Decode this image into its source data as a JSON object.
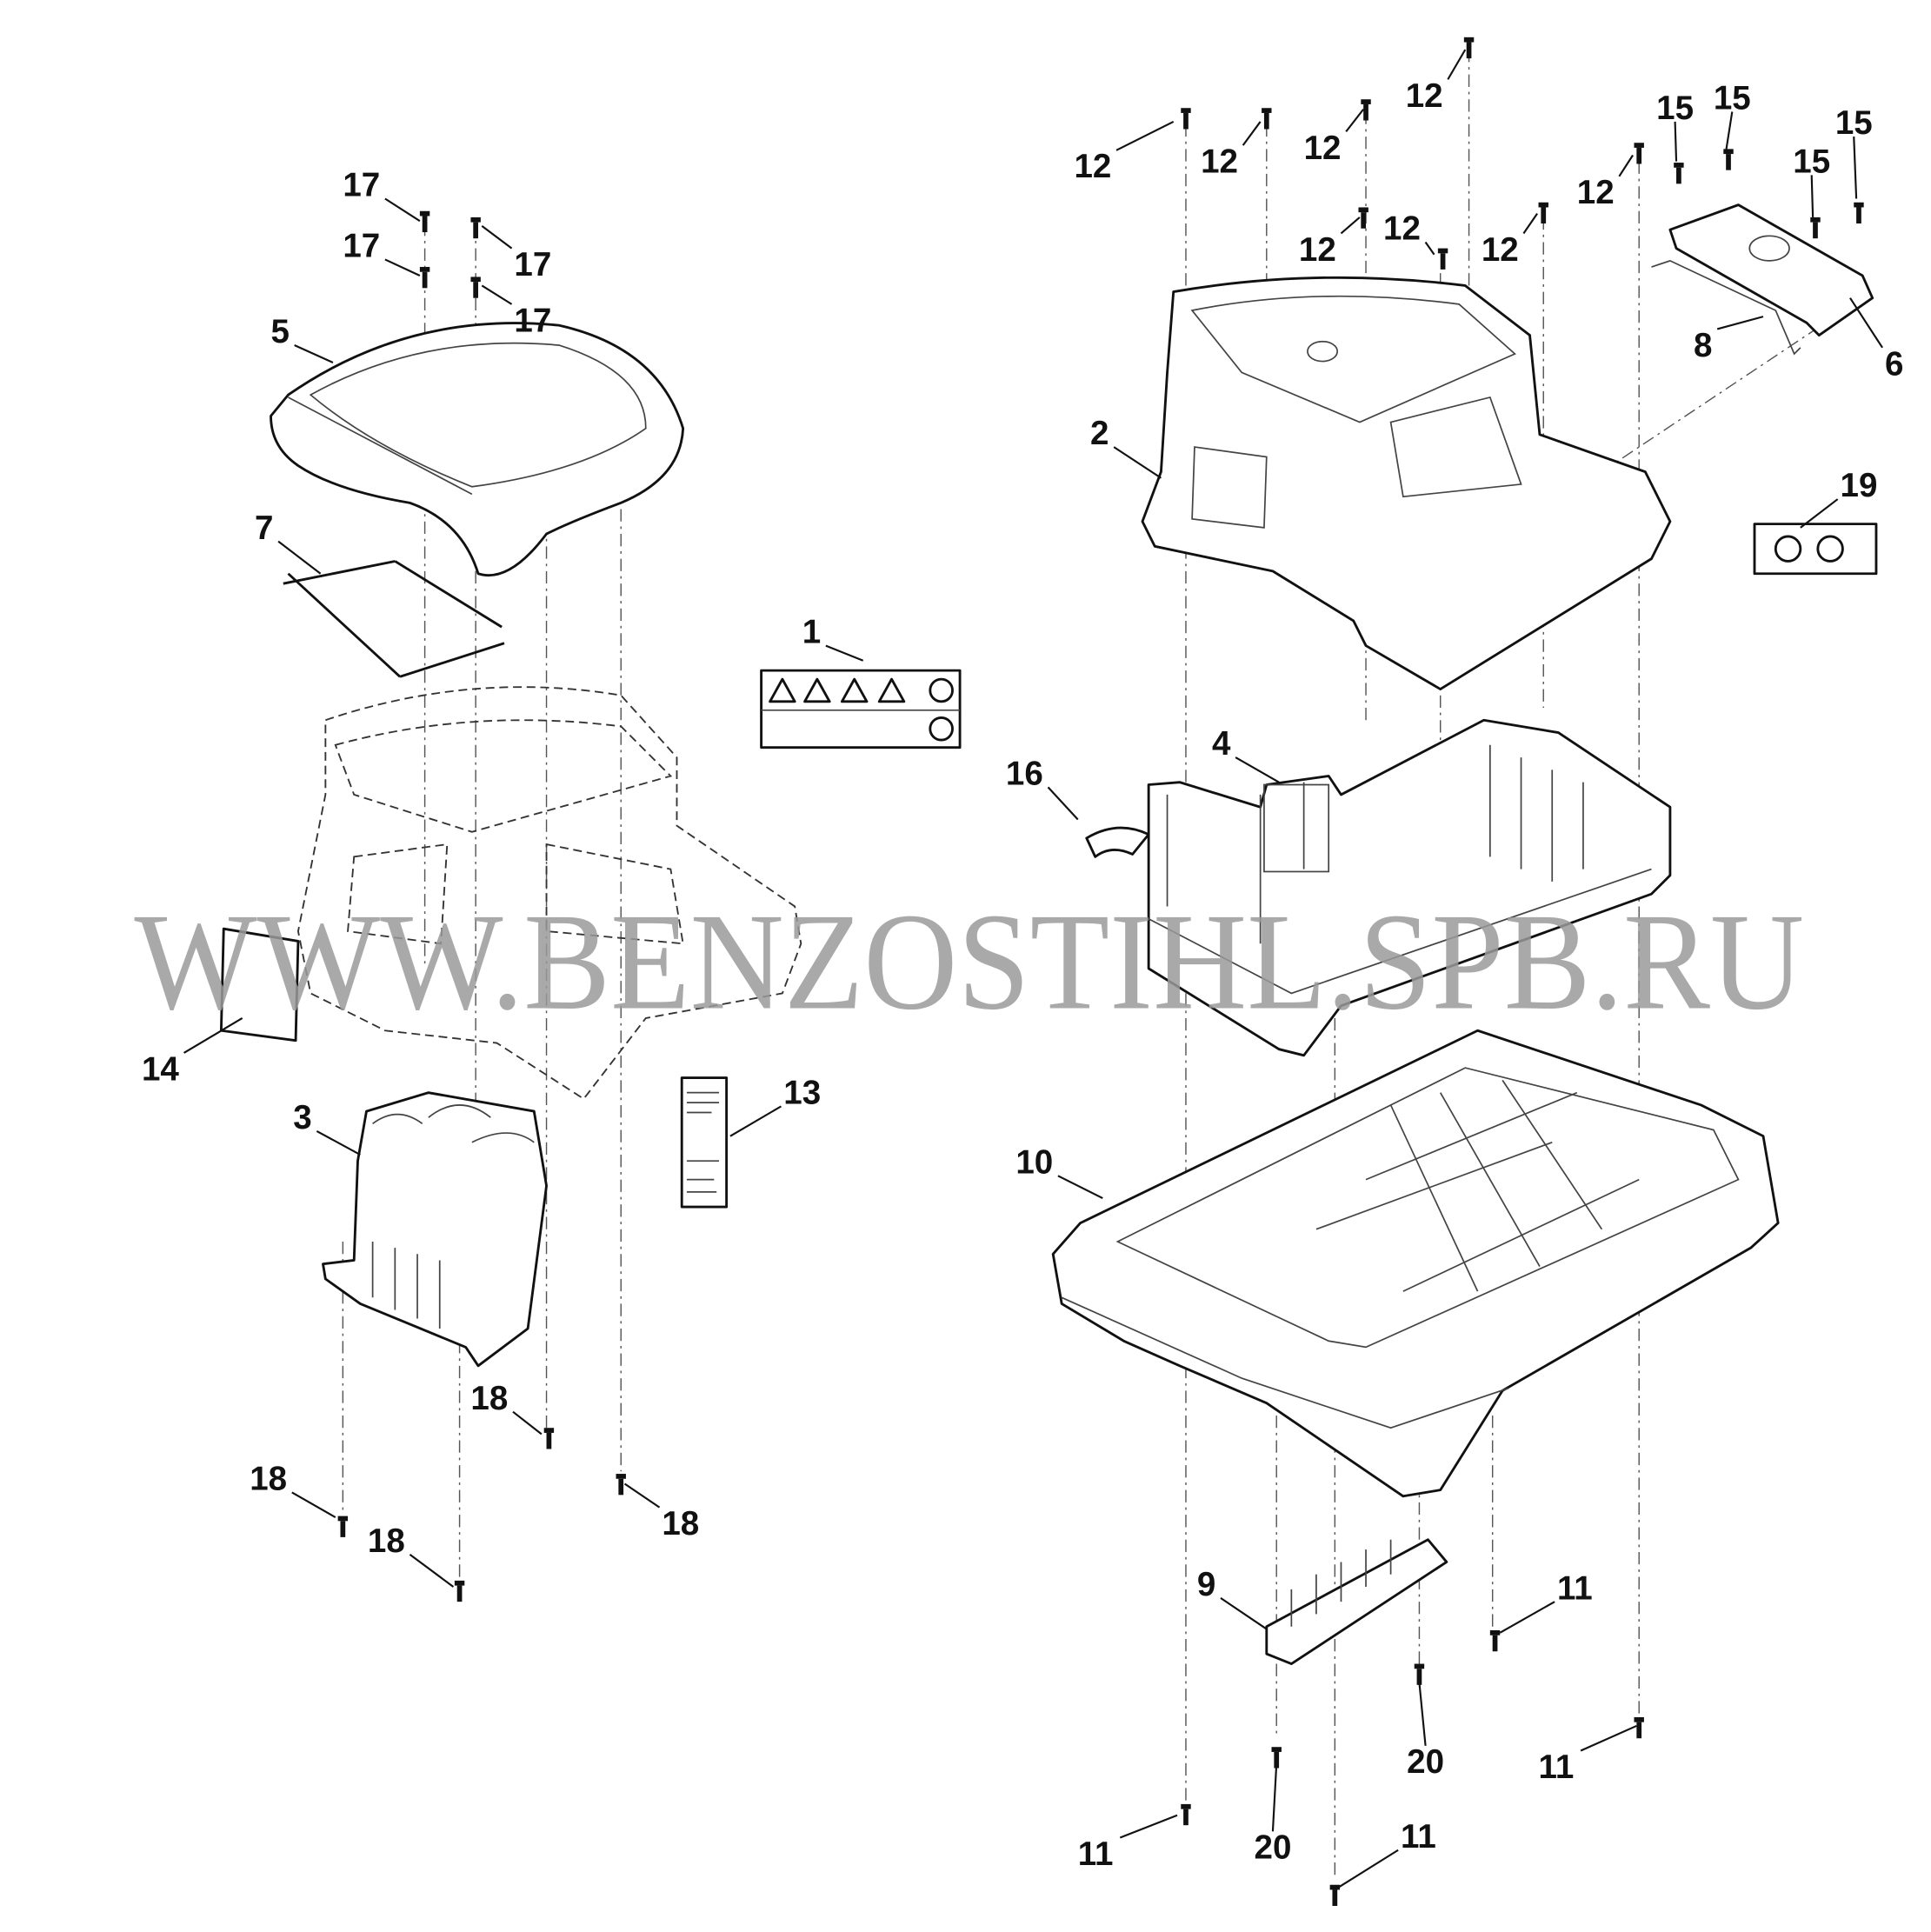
{
  "watermark": "WWW.BENZOSTIHL.SPB.RU",
  "callouts": [
    "17",
    "17",
    "17",
    "17",
    "5",
    "7",
    "1",
    "14",
    "3",
    "13",
    "18",
    "18",
    "18",
    "18",
    "12",
    "12",
    "12",
    "12",
    "12",
    "12",
    "12",
    "12",
    "15",
    "15",
    "15",
    "15",
    "8",
    "6",
    "2",
    "19",
    "4",
    "16",
    "10",
    "9",
    "11",
    "11",
    "11",
    "11",
    "20",
    "20"
  ]
}
